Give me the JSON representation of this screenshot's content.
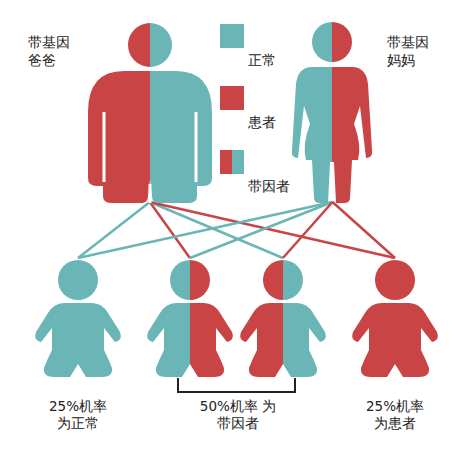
{
  "diagram": {
    "nodes": [
      {
        "text": [
          "带基因 爸爸"
        ]
      },
      {
        "text": [
          "带基因 妈妈"
        ]
      },
      {
        "text": [
          "25%机率 为正常"
        ]
      },
      {
        "text": [
          "50%机率 为带因者"
        ]
      },
      {
        "text": [
          "25%机率 为患者"
        ]
      }
    ],
    "edges": [
      {
        "from": 0,
        "to": 2,
        "arrow": "none"
      },
      {
        "from": 0,
        "to": 3,
        "arrow": "none"
      },
      {
        "from": 0,
        "to": 3,
        "arrow": "none"
      },
      {
        "from": 0,
        "to": 4,
        "arrow": "none"
      },
      {
        "from": 1,
        "to": 2,
        "arrow": "none"
      },
      {
        "from": 1,
        "to": 3,
        "arrow": "none"
      },
      {
        "from": 1,
        "to": 3,
        "arrow": "none"
      },
      {
        "from": 1,
        "to": 4,
        "arrow": "none"
      }
    ],
    "legend": [
      {
        "text": "正常",
        "color": "#6ab5b5"
      },
      {
        "text": "患者",
        "color": "#c94444"
      },
      {
        "text": "带因者"
      }
    ]
  }
}
